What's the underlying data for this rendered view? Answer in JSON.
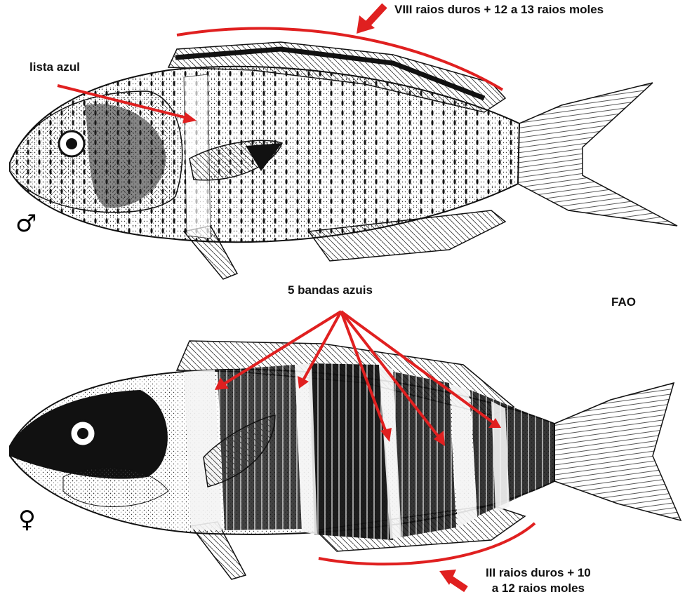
{
  "labels": {
    "dorsal_fin": "VIII raios duros + 12 a 13 raios moles",
    "blue_stripe": "lista azul",
    "blue_bands": "5 bandas azuis",
    "credit": "FAO",
    "anal_fin_line1": "III raios duros + 10",
    "anal_fin_line2": "a 12 raios moles"
  },
  "symbols": {
    "male": "♂",
    "female": "♀"
  },
  "colors": {
    "annotation": "#e02020",
    "ink": "#111111"
  }
}
